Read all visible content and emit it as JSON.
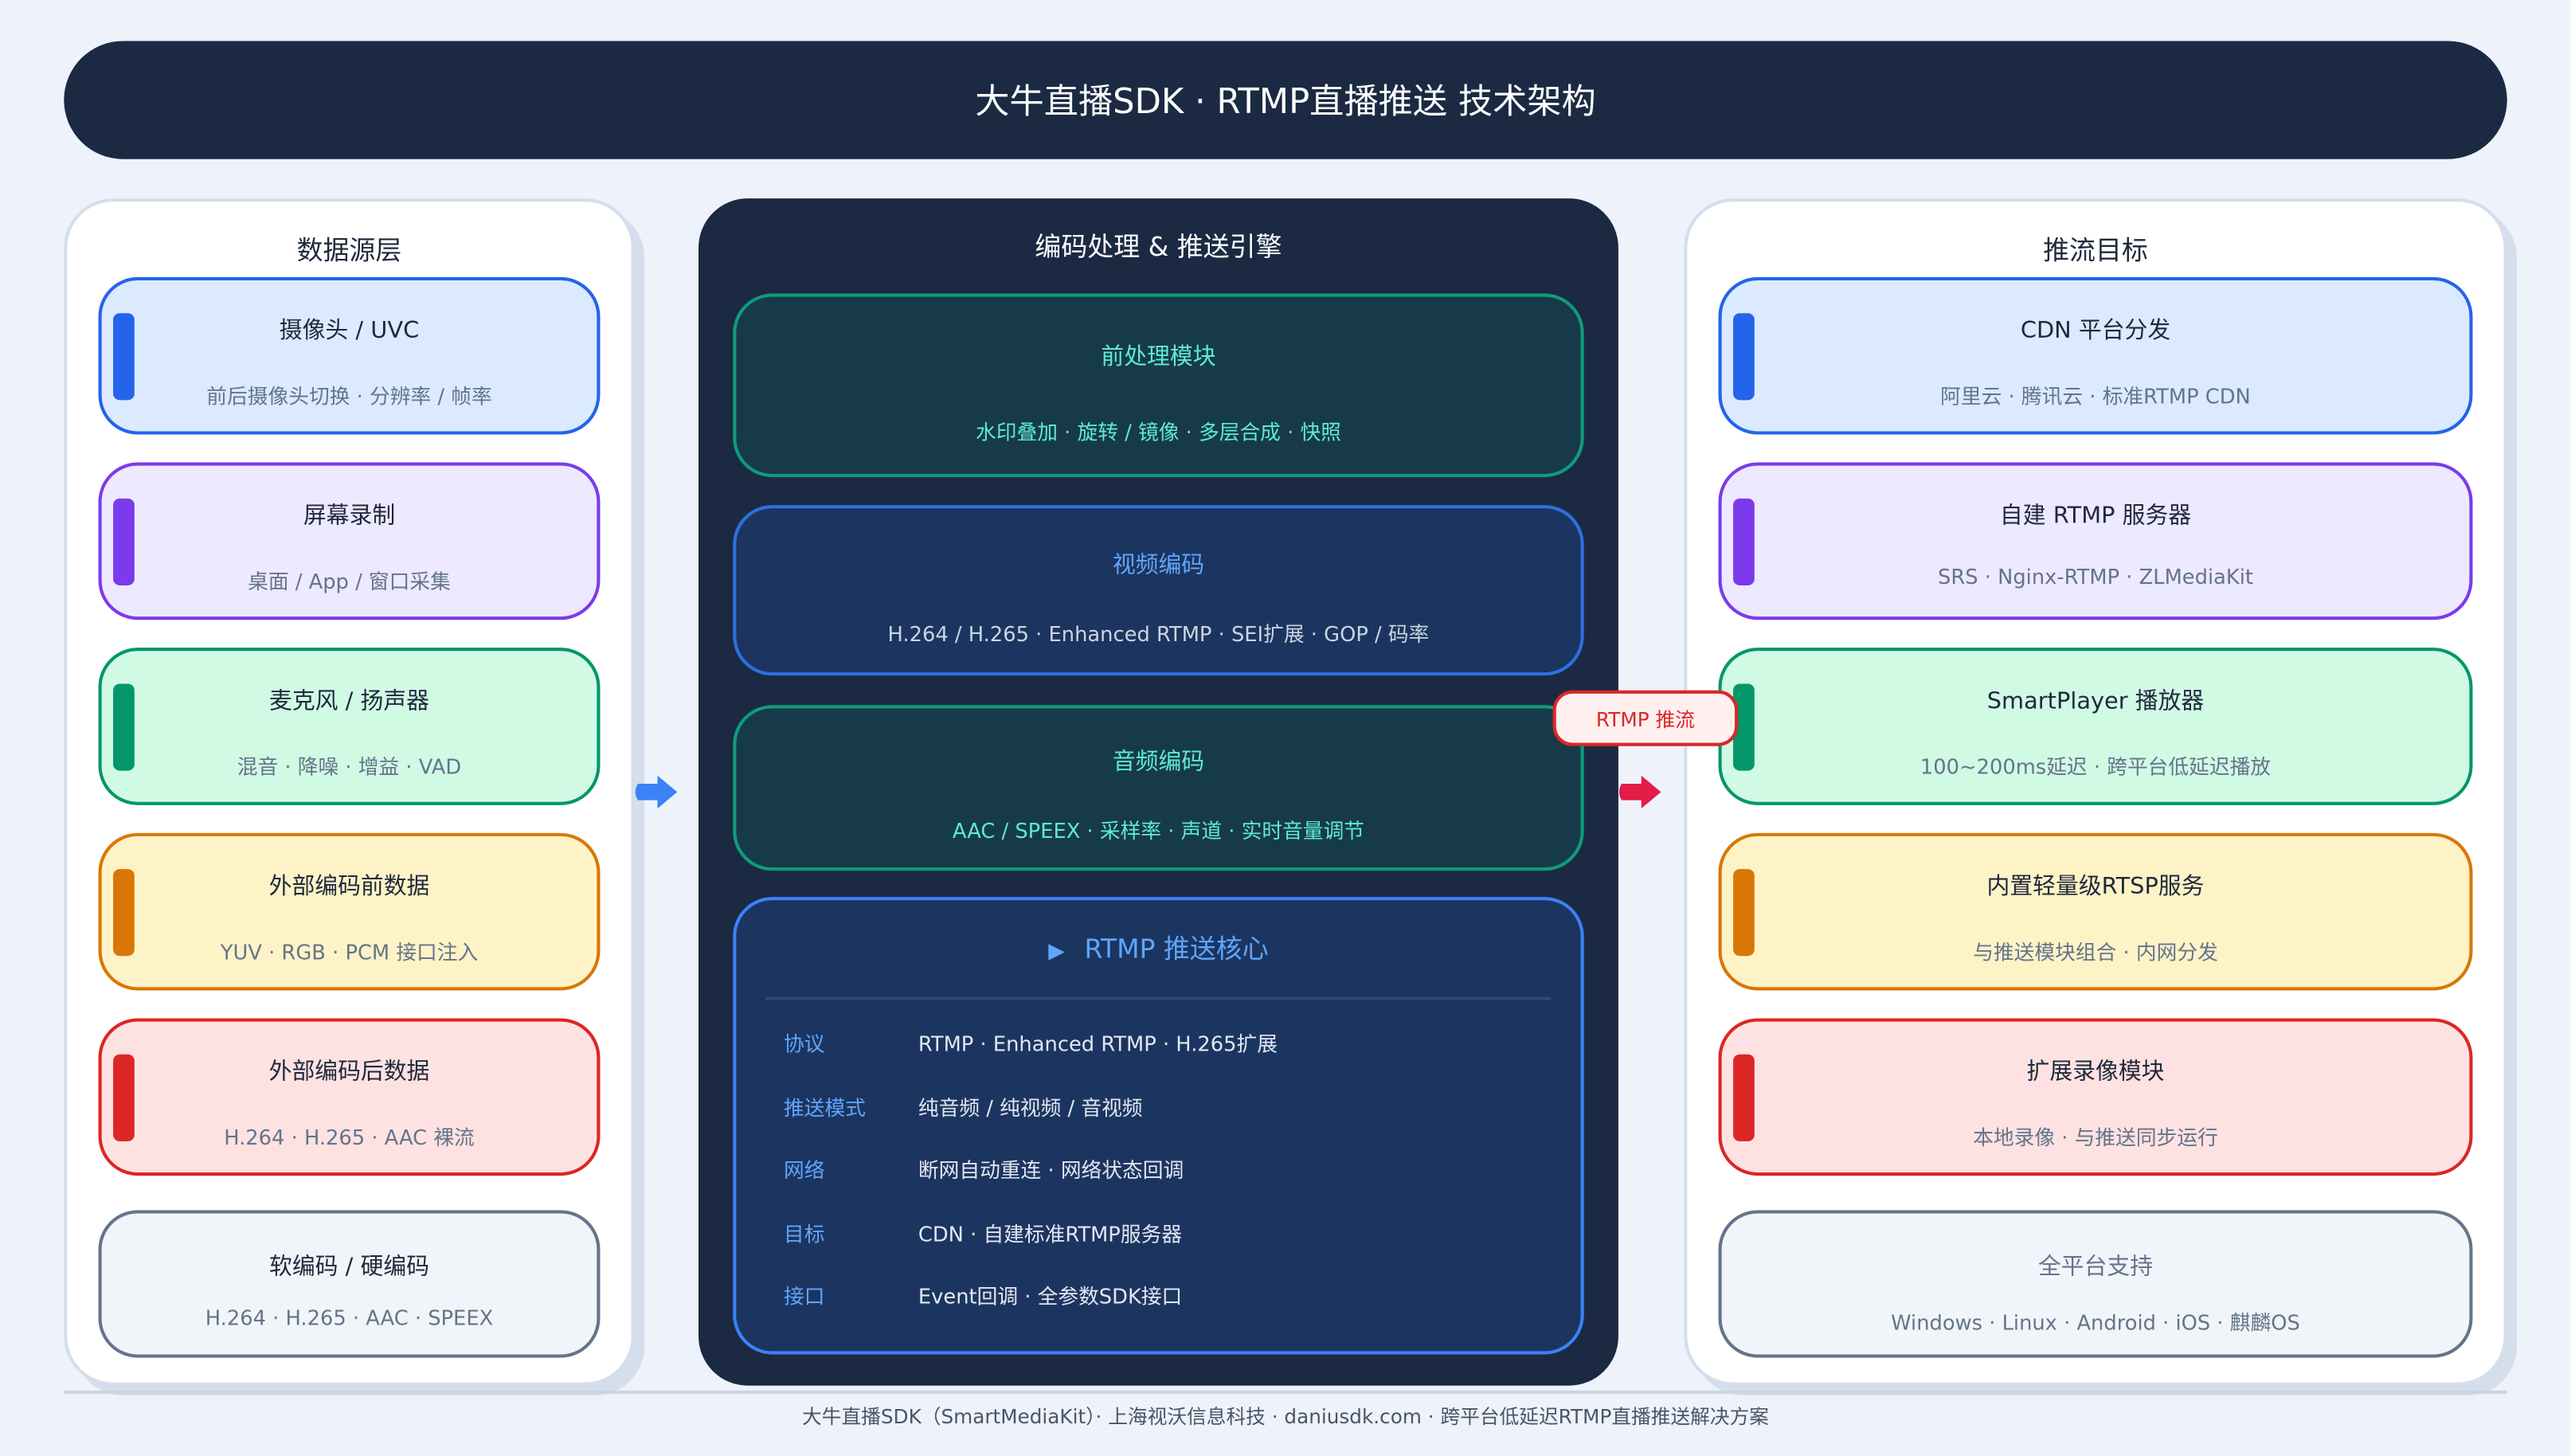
{
  "header": {
    "title": "大牛直播SDK · RTMP直播推送  技术架构"
  },
  "left": {
    "title": "数据源层",
    "cards": [
      {
        "title": "摄像头 / UVC",
        "subtitle": "前后摄像头切换 · 分辨率 / 帧率",
        "bg": "#dbeafe",
        "border": "#2563eb"
      },
      {
        "title": "屏幕录制",
        "subtitle": "桌面 / App / 窗口采集",
        "bg": "#ede9fe",
        "border": "#7c3aed"
      },
      {
        "title": "麦克风 / 扬声器",
        "subtitle": "混音 · 降噪 · 增益 · VAD",
        "bg": "#d1fae5",
        "border": "#059669"
      },
      {
        "title": "外部编码前数据",
        "subtitle": "YUV · RGB · PCM 接口注入",
        "bg": "#fef3c7",
        "border": "#d97706"
      },
      {
        "title": "外部编码后数据",
        "subtitle": "H.264 · H.265 · AAC 裸流",
        "bg": "#fee2e2",
        "border": "#dc2626"
      },
      {
        "title": "软编码 / 硬编码",
        "subtitle": "H.264 · H.265 · AAC · SPEEX",
        "bg": "#f1f5f9",
        "border": "#64748b"
      }
    ]
  },
  "middle": {
    "title": "编码处理 & 推送引擎",
    "preprocess": {
      "title": "前处理模块",
      "subtitle": "水印叠加 · 旋转 / 镜像 · 多层合成 · 快照"
    },
    "video": {
      "title": "视频编码",
      "subtitle": "H.264 / H.265 · Enhanced RTMP · SEI扩展 · GOP / 码率"
    },
    "audio": {
      "title": "音频编码",
      "subtitle": "AAC / SPEEX · 采样率 · 声道 · 实时音量调节"
    },
    "core": {
      "title": "RTMP 推送核心",
      "rows": [
        {
          "key": "协议",
          "value": "RTMP · Enhanced RTMP · H.265扩展"
        },
        {
          "key": "推送模式",
          "value": "纯音频 / 纯视频 / 音视频"
        },
        {
          "key": "网络",
          "value": "断网自动重连 · 网络状态回调"
        },
        {
          "key": "目标",
          "value": "CDN · 自建标准RTMP服务器"
        },
        {
          "key": "接口",
          "value": "Event回调 · 全参数SDK接口"
        }
      ]
    }
  },
  "badge": {
    "label": "RTMP 推流"
  },
  "right": {
    "title": "推流目标",
    "cards": [
      {
        "title": "CDN 平台分发",
        "subtitle": "阿里云 · 腾讯云 · 标准RTMP CDN",
        "bg": "#dbeafe",
        "border": "#2563eb"
      },
      {
        "title": "自建 RTMP 服务器",
        "subtitle": "SRS · Nginx-RTMP · ZLMediaKit",
        "bg": "#ede9fe",
        "border": "#7c3aed"
      },
      {
        "title": "SmartPlayer 播放器",
        "subtitle": "100~200ms延迟 · 跨平台低延迟播放",
        "bg": "#d1fae5",
        "border": "#059669"
      },
      {
        "title": "内置轻量级RTSP服务",
        "subtitle": "与推送模块组合 · 内网分发",
        "bg": "#fef3c7",
        "border": "#d97706"
      },
      {
        "title": "扩展录像模块",
        "subtitle": "本地录像 · 与推送同步运行",
        "bg": "#fee2e2",
        "border": "#dc2626"
      },
      {
        "title": "全平台支持",
        "subtitle": "Windows · Linux · Android · iOS · 麒麟OS",
        "bg": "#f1f5f9",
        "border": "#64748b"
      }
    ]
  },
  "footer": {
    "text": "大牛直播SDK（SmartMediaKit）· 上海视沃信息科技 · daniusdk.com · 跨平台低延迟RTMP直播推送解决方案"
  }
}
